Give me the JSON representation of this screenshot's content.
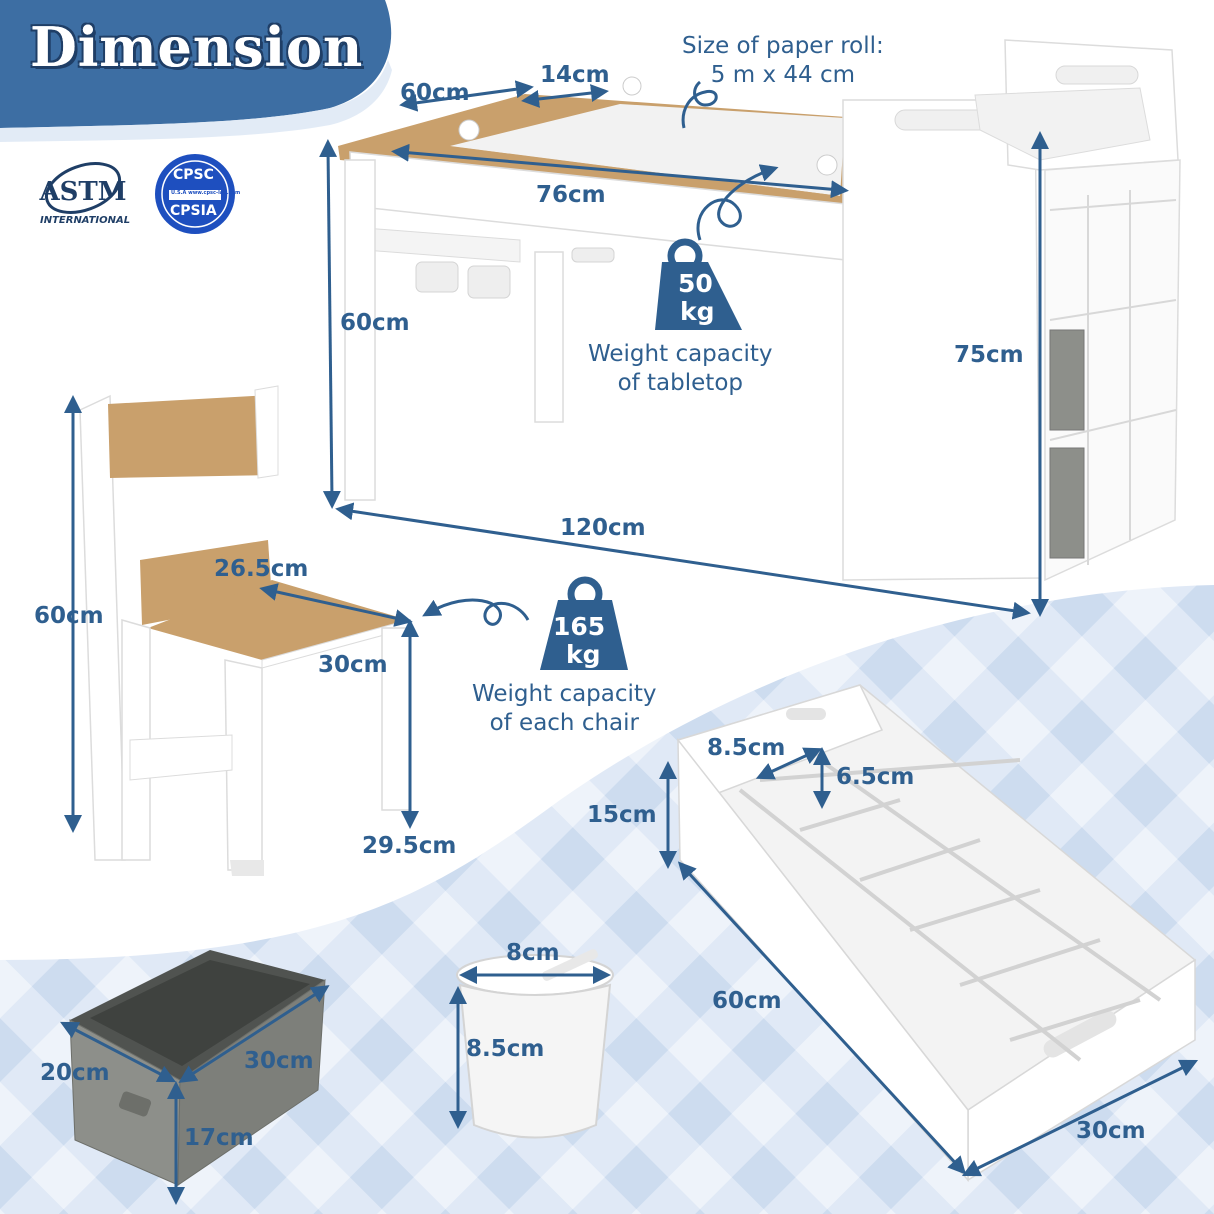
{
  "title": "Dimension",
  "certifications": {
    "astm": {
      "logo_text": "ASTM",
      "sub_text": "INTERNATIONAL"
    },
    "cpsc": {
      "top": "CPSC",
      "middle": "U.S.A www.cpsc-lab.com",
      "bottom": "CPSIA"
    }
  },
  "paper_roll": {
    "line1": "Size of paper roll:",
    "line2": "5 m x 44 cm"
  },
  "table": {
    "depth": "60cm",
    "slot": "14cm",
    "inner_width": "76cm",
    "height": "60cm",
    "total_height": "75cm",
    "length": "120cm",
    "weight": {
      "value": "50",
      "unit": "kg",
      "caption_line1": "Weight capacity",
      "caption_line2": "of tabletop"
    }
  },
  "chair": {
    "height": "60cm",
    "seat_depth": "26.5cm",
    "seat_width": "30cm",
    "seat_height": "29.5cm",
    "weight": {
      "value": "165",
      "unit": "kg",
      "caption_line1": "Weight capacity",
      "caption_line2": "of each chair"
    }
  },
  "organizer": {
    "slot_width": "8.5cm",
    "slot_depth": "6.5cm",
    "height": "15cm",
    "length": "60cm",
    "width": "30cm"
  },
  "bin": {
    "width": "20cm",
    "length": "30cm",
    "height": "17cm"
  },
  "cup": {
    "diameter": "8cm",
    "height": "8.5cm"
  },
  "colors": {
    "accent": "#2f5f8f",
    "dark_blue": "#1f3e66",
    "banner": "#3d6ea3",
    "wood": "#c9a06c",
    "pattern": "#c9d9ee"
  }
}
